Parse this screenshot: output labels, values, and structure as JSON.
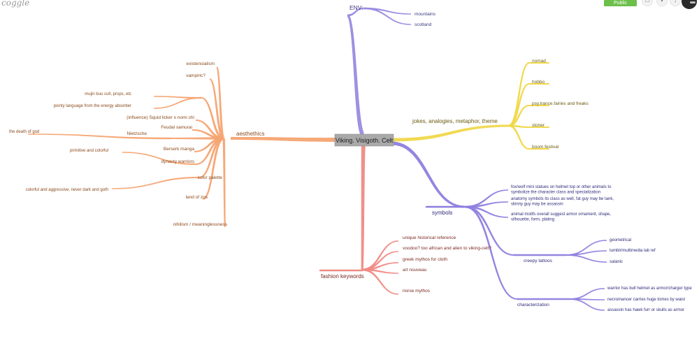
{
  "app": {
    "logo": "coggle",
    "badge": "Public Diagram",
    "toolbar_icons": [
      "screen-icon",
      "filter-icon",
      "download-icon"
    ]
  },
  "colors": {
    "environment": "#9a8ae0",
    "jokes": "#f0d84a",
    "symbols": "#8f7edf",
    "fashion": "#f08a84",
    "aesthetics": "#f5a472",
    "aesthetics_text": "#8b4a1c"
  },
  "root": {
    "label": "Viking. Visigoth. Celt"
  },
  "branches": [
    {
      "id": "env",
      "label": "ENV:",
      "color": "#9a8ae0",
      "text_color": "#3a3a80",
      "children": [
        {
          "label": "mountains"
        },
        {
          "label": "scotland"
        }
      ]
    },
    {
      "id": "jokes",
      "label": "jokes, analogies, metaphor, theme",
      "color": "#f0d84a",
      "text_color": "#6b5b10",
      "children": [
        {
          "label": "nomad"
        },
        {
          "label": "hobbo"
        },
        {
          "label": "psy.trance.fairies and freaks"
        },
        {
          "label": "stoner"
        },
        {
          "label": "boom festival"
        }
      ]
    },
    {
      "id": "symbols",
      "label": "symbols",
      "color": "#8f7edf",
      "text_color": "#2e2a7a",
      "children": [
        {
          "label": "fox/wolf mini statues on helmet top or other animals to symbolize the character class and specialization"
        },
        {
          "label": "anatomy symbols its class as well, fat guy may be tank, skinny guy may be assassin"
        },
        {
          "label": "animal motifs overall suggest armor ornament, shape, silhouette, form, plating"
        },
        {
          "label": "creepy tattoos",
          "children": [
            {
              "label": "geometrical"
            },
            {
              "label": "tumblr/multimedia lab ref"
            },
            {
              "label": "satanic"
            }
          ]
        },
        {
          "label": "characterization",
          "children": [
            {
              "label": "warrior has bull helmet as armor/charger type"
            },
            {
              "label": "necromancer carries huge tomes by waist"
            },
            {
              "label": "assassin has hawk furr or skulls as armor"
            }
          ]
        }
      ]
    },
    {
      "id": "fashion",
      "label": "fashion keywords",
      "color": "#f08a84",
      "text_color": "#7a2a22",
      "children": [
        {
          "label": "unique historical reference"
        },
        {
          "label": "voodoo? too african and alien to viking-celt?"
        },
        {
          "label": "greek mythos for cloth"
        },
        {
          "label": "art nouveau"
        },
        {
          "label": "norse mythos"
        }
      ]
    },
    {
      "id": "aesthetics",
      "label": "aesthethics",
      "color": "#f5a472",
      "text_color": "#8b4a1c",
      "children": [
        {
          "label": "existensialism"
        },
        {
          "label": "vampiric?"
        },
        {
          "label": "",
          "children": [
            {
              "label": "mujin buu cult, props, etc"
            },
            {
              "label": "pointy language from the energy absorber"
            }
          ]
        },
        {
          "label": "(influence)  Squid licker x nomi chi"
        },
        {
          "label": "Feudal samurai"
        },
        {
          "label": "Nietzsche",
          "children": [
            {
              "label": "the death of god"
            }
          ]
        },
        {
          "label": "Berserk manga"
        },
        {
          "label": "dynasty warriors",
          "children": [
            {
              "label": "primitive and colorful"
            }
          ]
        },
        {
          "label": "color palette",
          "children": [
            {
              "label": "colorful and aggressive, never dark and goth"
            }
          ]
        },
        {
          "label": "land of zos"
        },
        {
          "label": "nihilism  /  meaninglessness"
        }
      ]
    }
  ]
}
